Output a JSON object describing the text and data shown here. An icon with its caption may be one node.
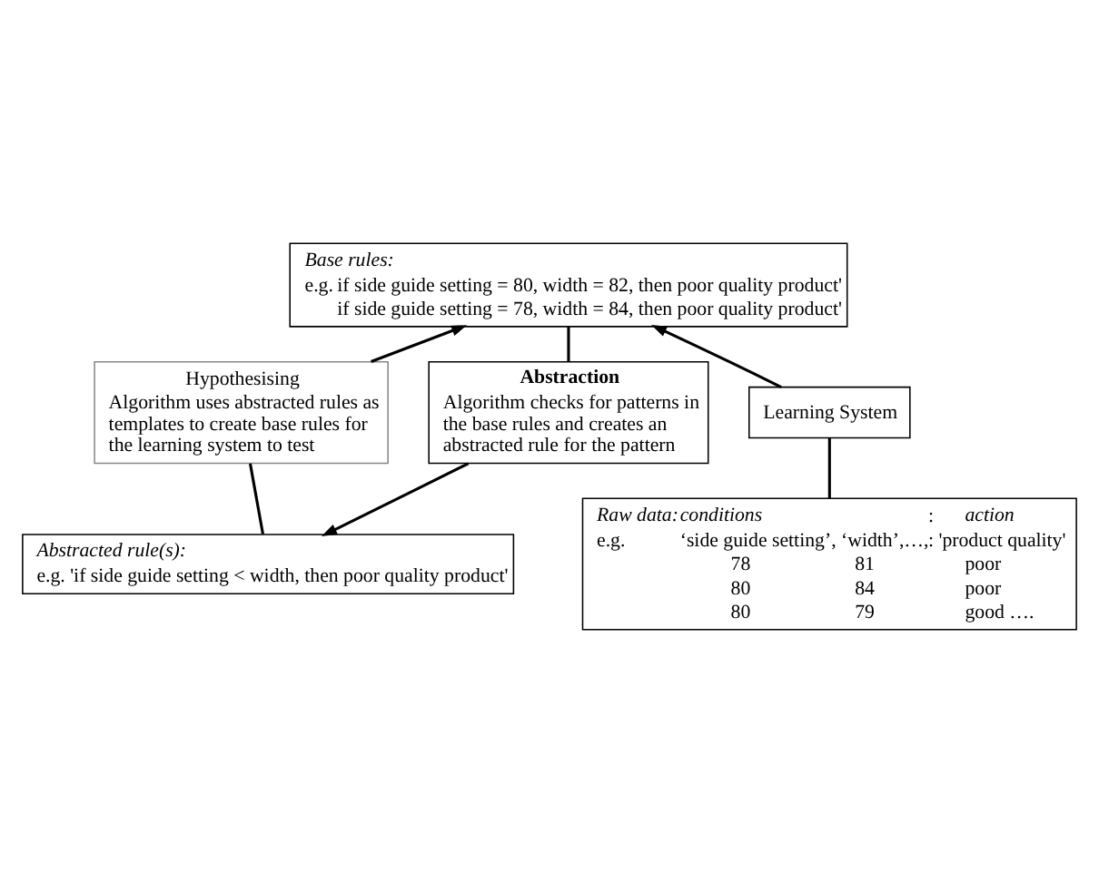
{
  "diagram": {
    "nodes": [
      {
        "text": [
          "Abstracted rule(s):",
          "e.g. 'if side guide setting < width, then poor quality product'"
        ]
      },
      {
        "text": [
          "Abstraction",
          "Algorithm checks for patterns in the base rules and creates an abstracted rule for the pattern"
        ]
      },
      {
        "text": [
          "Hypothesising",
          "Algorithm uses abstracted rules as templates to create base rules for the learning system to test"
        ]
      },
      {
        "text": [
          "Base rules:",
          "e.g.",
          "if side guide setting = 80, width = 82, then poor quality product'",
          "if side guide setting = 78, width = 84, then poor quality product'"
        ]
      },
      {
        "text": [
          "Learning System"
        ]
      },
      {
        "text": [
          "Raw data:",
          "conditions",
          ":",
          "action",
          "e.g.",
          "‘side guide setting’, ‘width’,…,",
          ": 'product quality'",
          "78",
          "81",
          "poor",
          "80",
          "84",
          "poor",
          "80",
          "79",
          "good …."
        ]
      }
    ],
    "edges": [
      {
        "from": 1,
        "to": 0,
        "arrow": "to"
      },
      {
        "from": 0,
        "to": 2,
        "arrow": "none"
      },
      {
        "from": 3,
        "to": 1,
        "arrow": "none"
      },
      {
        "from": 2,
        "to": 3,
        "arrow": "to"
      },
      {
        "from": 4,
        "to": 3,
        "arrow": "to"
      },
      {
        "from": 5,
        "to": 4,
        "arrow": "none"
      }
    ]
  }
}
